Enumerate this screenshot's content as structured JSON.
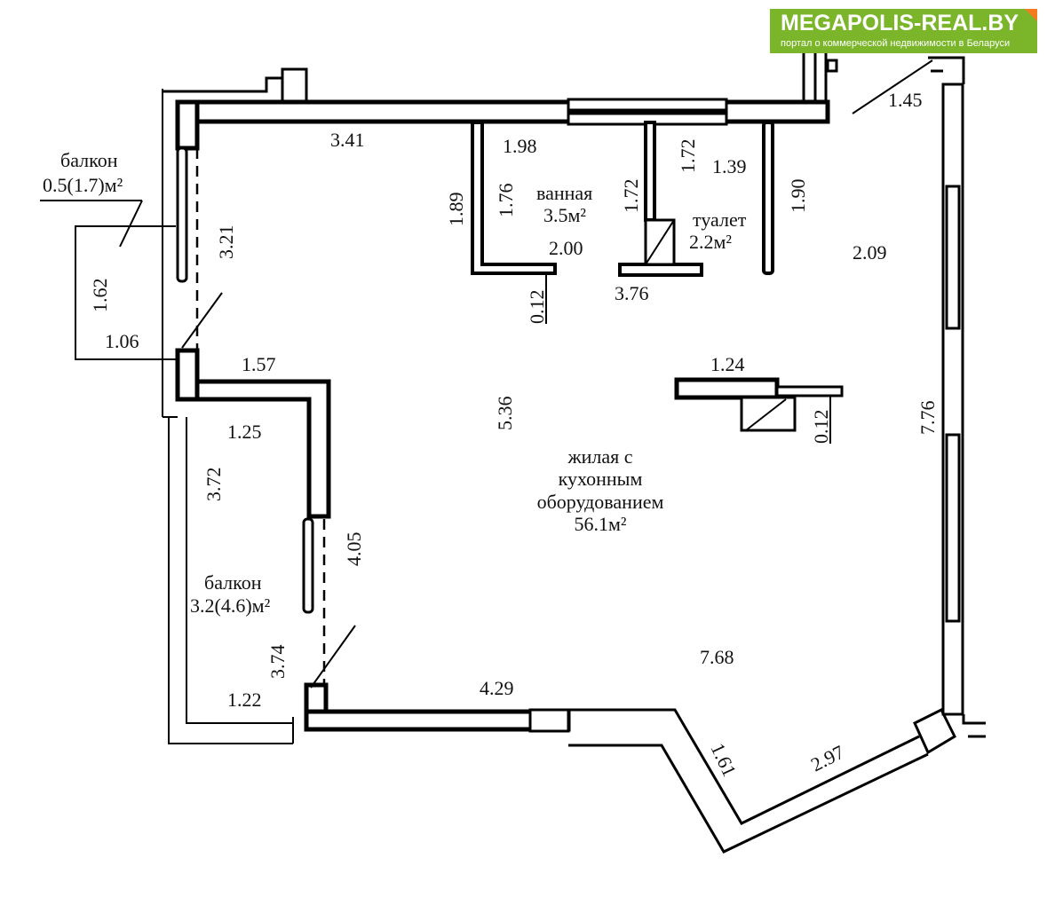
{
  "logo": {
    "title": "MEGAPOLIS-REAL.BY",
    "subtitle": "портал о коммерческой недвижимости в Беларуси",
    "color": "#7ab52a"
  },
  "rooms": {
    "balcony_top": {
      "name": "балкон",
      "area": "0.5(1.7)м²"
    },
    "bathroom": {
      "name": "ванная",
      "area": "3.5м²"
    },
    "toilet": {
      "name": "туалет",
      "area": "2.2м²"
    },
    "living": {
      "line1": "жилая с",
      "line2": "кухонным",
      "line3": "оборудованием",
      "area": "56.1м²"
    },
    "balcony_bottom": {
      "name": "балкон",
      "area": "3.2(4.6)м²"
    }
  },
  "dims": {
    "d341": "3.41",
    "d198": "1.98",
    "d172a": "1.72",
    "d139": "1.39",
    "d145": "1.45",
    "d189": "1.89",
    "d176": "1.76",
    "d172b": "1.72",
    "d190": "1.90",
    "d209": "2.09",
    "d200": "2.00",
    "d012a": "0.12",
    "d376": "3.76",
    "d321": "3.21",
    "d162": "1.62",
    "d106": "1.06",
    "d157": "1.57",
    "d125": "1.25",
    "d124": "1.24",
    "d012b": "0.12",
    "d536": "5.36",
    "d776": "7.76",
    "d372": "3.72",
    "d405": "4.05",
    "d374": "3.74",
    "d122": "1.22",
    "d429": "4.29",
    "d768": "7.68",
    "d161": "1.61",
    "d297": "2.97"
  }
}
